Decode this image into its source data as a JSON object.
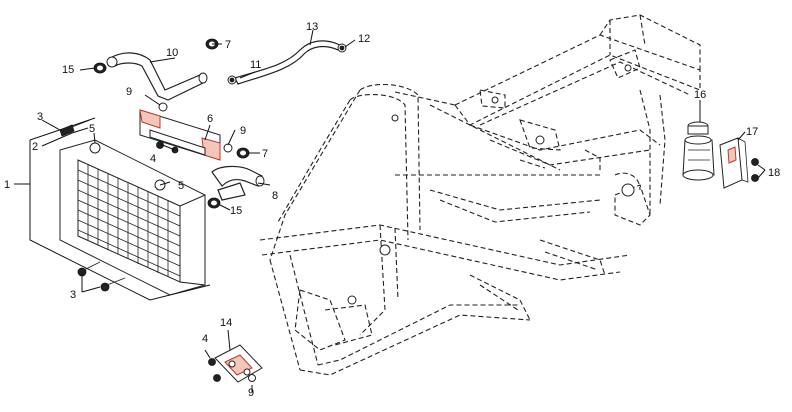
{
  "diagram": {
    "callouts": [
      {
        "id": "c1",
        "text": "1"
      },
      {
        "id": "c2",
        "text": "2"
      },
      {
        "id": "c3a",
        "text": "3"
      },
      {
        "id": "c3b",
        "text": "3"
      },
      {
        "id": "c4a",
        "text": "4"
      },
      {
        "id": "c4b",
        "text": "4"
      },
      {
        "id": "c5a",
        "text": "5"
      },
      {
        "id": "c5b",
        "text": "5"
      },
      {
        "id": "c6",
        "text": "6"
      },
      {
        "id": "c7a",
        "text": "7"
      },
      {
        "id": "c7b",
        "text": "7"
      },
      {
        "id": "c8",
        "text": "8"
      },
      {
        "id": "c9a",
        "text": "9"
      },
      {
        "id": "c9b",
        "text": "9"
      },
      {
        "id": "c9c",
        "text": "9"
      },
      {
        "id": "c10",
        "text": "10"
      },
      {
        "id": "c11",
        "text": "11"
      },
      {
        "id": "c12",
        "text": "12"
      },
      {
        "id": "c13",
        "text": "13"
      },
      {
        "id": "c14",
        "text": "14"
      },
      {
        "id": "c15a",
        "text": "15"
      },
      {
        "id": "c15b",
        "text": "15"
      },
      {
        "id": "c16",
        "text": "16"
      },
      {
        "id": "c17",
        "text": "17"
      },
      {
        "id": "c18",
        "text": "18"
      }
    ],
    "colors": {
      "line": "#222222",
      "highlight_fill": "#f2c6b8",
      "highlight_stroke": "#c0392b"
    }
  }
}
